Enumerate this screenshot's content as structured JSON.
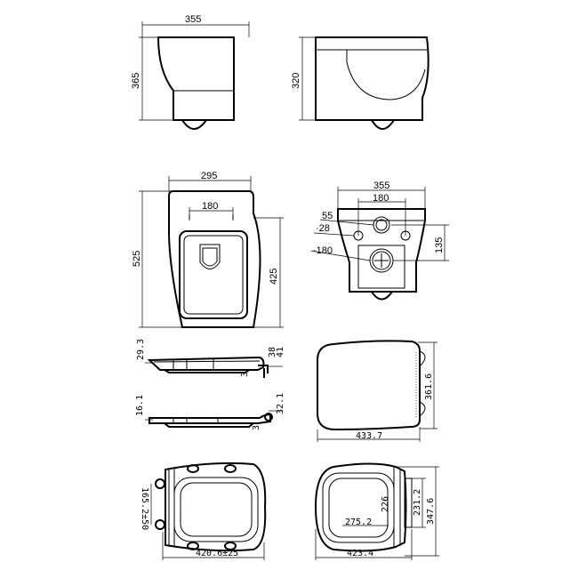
{
  "front_view": {
    "width": "355",
    "height": "365"
  },
  "side_view": {
    "height": "320"
  },
  "top_view": {
    "width": "295",
    "hole_spacing": "180",
    "length": "525",
    "inner_length": "425"
  },
  "rear_view": {
    "width": "355",
    "bolt_spacing": "180",
    "inlet": "55",
    "bolt_hole": "·28",
    "outlet": "·180",
    "outlet_height": "135"
  },
  "seat_side_open": {
    "height": "29.3",
    "hinge_a": "38",
    "hinge_b": "41",
    "gap": "3"
  },
  "seat_side_closed": {
    "height": "16.1",
    "hinge": "32.1",
    "gap": "3"
  },
  "seat_top": {
    "length": "433.7",
    "width": "361.6"
  },
  "seat_bottom_left": {
    "hinge_spacing": "165.2±50",
    "length": "420.6±25"
  },
  "seat_bottom_right": {
    "inner_height": "226",
    "inner_width": "275.2",
    "hinge_plate": "231.2",
    "width": "347.6",
    "length": "423.4"
  }
}
